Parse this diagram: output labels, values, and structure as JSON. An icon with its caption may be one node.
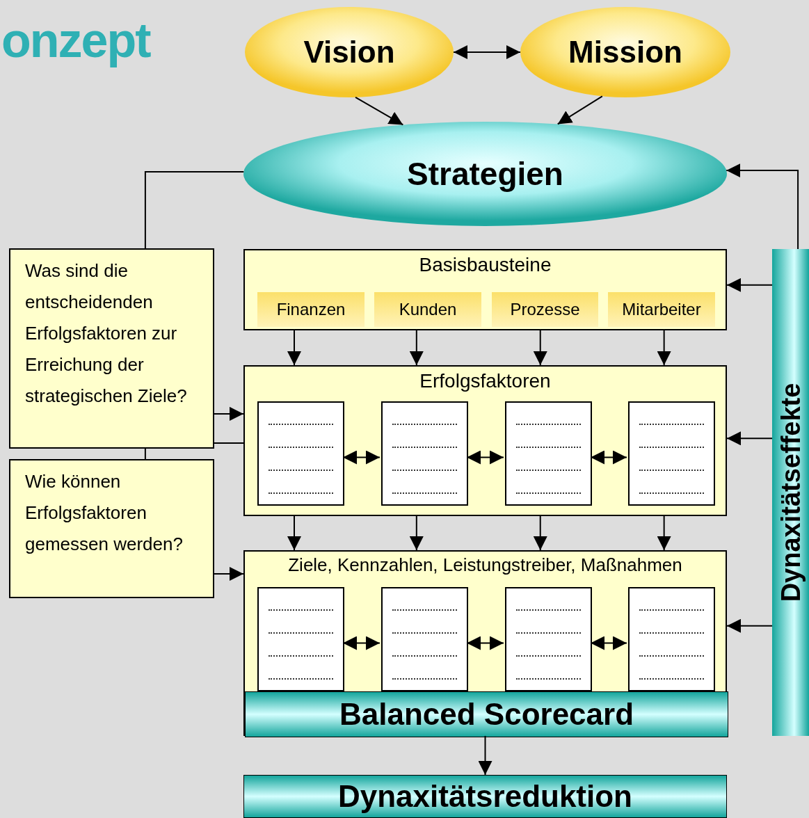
{
  "diagram": {
    "title": "onzept",
    "nodes": [
      {
        "text": [
          "Vision"
        ]
      },
      {
        "text": [
          "Mission"
        ]
      },
      {
        "text": [
          "Strategien"
        ]
      },
      {
        "text": [
          "Was sind die entscheidenden Erfolgsfaktoren zur Erreichung der strategischen Ziele?"
        ]
      },
      {
        "text": [
          "Wie können Erfolgsfaktoren gemessen werden?"
        ]
      },
      {
        "text": [
          "Basisbausteine"
        ]
      },
      {
        "text": [
          "Finanzen"
        ],
        "in": 5
      },
      {
        "text": [
          "Kunden"
        ],
        "in": 5
      },
      {
        "text": [
          "Prozesse"
        ],
        "in": 5
      },
      {
        "text": [
          "Mitarbeiter"
        ],
        "in": 5
      },
      {
        "text": [
          "Erfolgsfaktoren"
        ]
      },
      {
        "text": [],
        "shape": "box",
        "in": 10
      },
      {
        "text": [],
        "shape": "box",
        "in": 10
      },
      {
        "text": [],
        "shape": "box",
        "in": 10
      },
      {
        "text": [],
        "shape": "box",
        "in": 10
      },
      {
        "text": [
          "Ziele, Kennzahlen, Leistungstreiber, Maßnahmen"
        ]
      },
      {
        "text": [],
        "shape": "box",
        "in": 15
      },
      {
        "text": [],
        "shape": "box",
        "in": 15
      },
      {
        "text": [],
        "shape": "box",
        "in": 15
      },
      {
        "text": [],
        "shape": "box",
        "in": 15
      },
      {
        "text": [
          "Balanced Scorecard"
        ],
        "in": 15
      },
      {
        "text": [
          "Dynaxitätsreduktion"
        ]
      },
      {
        "text": [
          "Dynaxitätseffekte"
        ]
      }
    ],
    "edges": [
      {
        "from": 0,
        "to": 1,
        "arrow": "both"
      },
      {
        "from": 0,
        "to": 2,
        "arrow": "to"
      },
      {
        "from": 1,
        "to": 2,
        "arrow": "to"
      },
      {
        "from": 2,
        "to": 3,
        "arrow": "none"
      },
      {
        "from": 3,
        "to": 4,
        "arrow": "none"
      },
      {
        "from": 3,
        "to": 10,
        "arrow": "to"
      },
      {
        "from": 3,
        "to": 10,
        "arrow": "none"
      },
      {
        "from": 4,
        "to": 15,
        "arrow": "to"
      },
      {
        "from": 5,
        "to": 10,
        "arrow": "to"
      },
      {
        "from": 5,
        "to": 10,
        "arrow": "to"
      },
      {
        "from": 5,
        "to": 10,
        "arrow": "to"
      },
      {
        "from": 5,
        "to": 10,
        "arrow": "to"
      },
      {
        "from": 10,
        "to": 15,
        "arrow": "to"
      },
      {
        "from": 10,
        "to": 15,
        "arrow": "to"
      },
      {
        "from": 10,
        "to": 15,
        "arrow": "to"
      },
      {
        "from": 10,
        "to": 15,
        "arrow": "to"
      },
      {
        "from": 11,
        "to": 12,
        "arrow": "both"
      },
      {
        "from": 12,
        "to": 13,
        "arrow": "both"
      },
      {
        "from": 13,
        "to": 14,
        "arrow": "both"
      },
      {
        "from": 16,
        "to": 17,
        "arrow": "both"
      },
      {
        "from": 17,
        "to": 18,
        "arrow": "both"
      },
      {
        "from": 18,
        "to": 19,
        "arrow": "both"
      },
      {
        "from": 20,
        "to": 21,
        "arrow": "to"
      },
      {
        "from": 22,
        "to": 2,
        "arrow": "to"
      },
      {
        "from": 22,
        "to": 5,
        "arrow": "to"
      },
      {
        "from": 22,
        "to": 10,
        "arrow": "to"
      },
      {
        "from": 22,
        "to": 15,
        "arrow": "to"
      }
    ]
  }
}
